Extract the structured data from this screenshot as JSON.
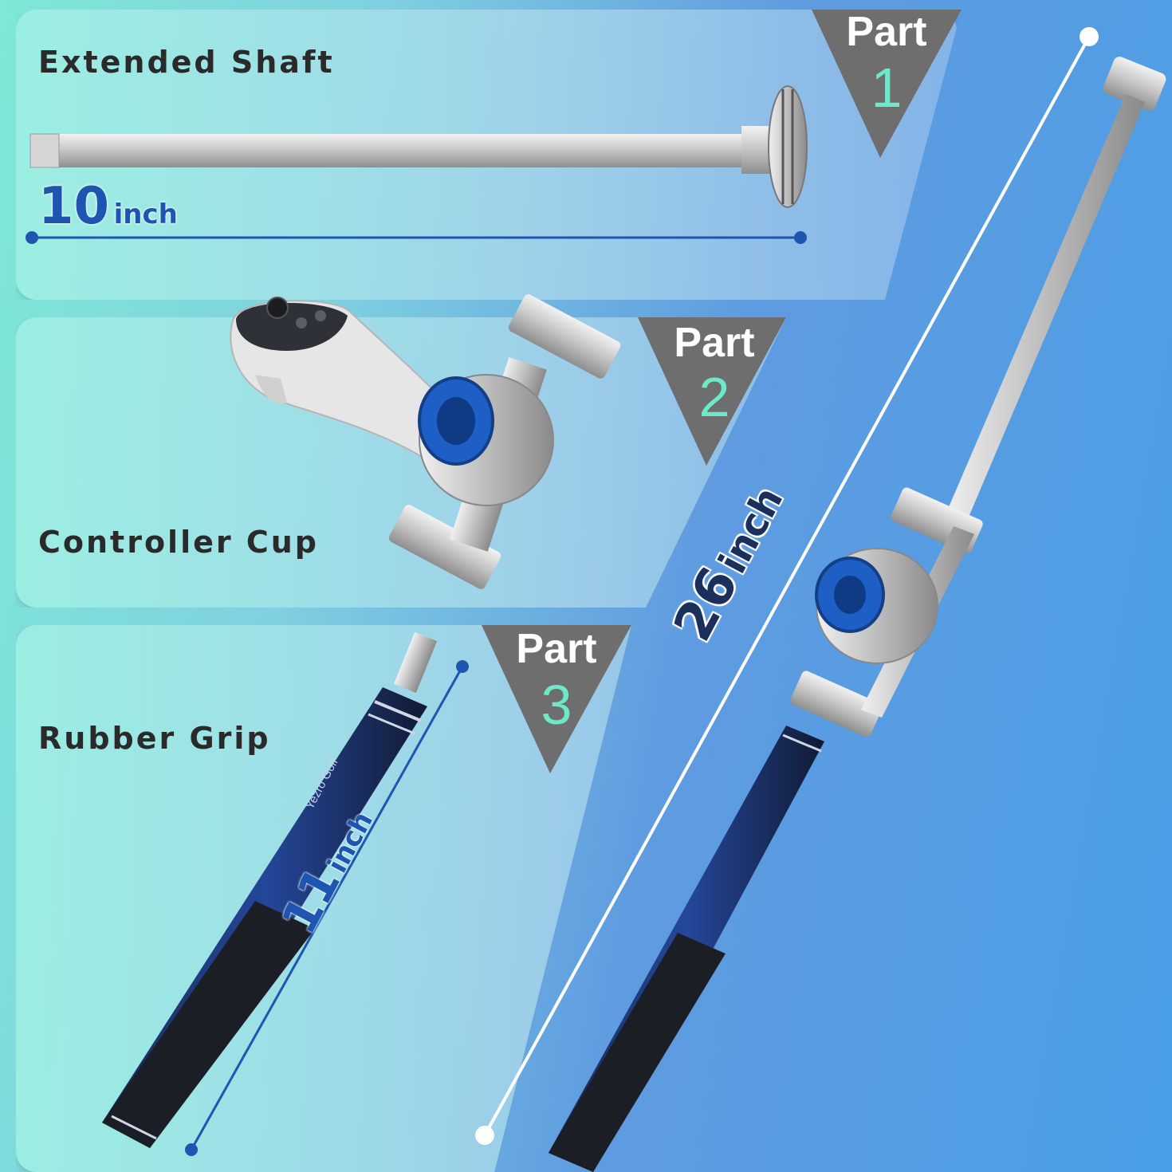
{
  "parts": [
    {
      "word": "Part",
      "number": "1",
      "title": "Extended Shaft",
      "length_value": "10",
      "length_unit": "inch"
    },
    {
      "word": "Part",
      "number": "2",
      "title": "Controller Cup"
    },
    {
      "word": "Part",
      "number": "3",
      "title": "Rubber Grip",
      "length_value": "11",
      "length_unit": "inch"
    }
  ],
  "total": {
    "value": "26",
    "unit": "inch"
  },
  "grip_brand": "Yezro Golf",
  "colors": {
    "accent_blue": "#1d55b0",
    "part_number": "#6ee8c8",
    "tri_gray": "#6e6e6e",
    "title_text": "#2a2a2a"
  }
}
